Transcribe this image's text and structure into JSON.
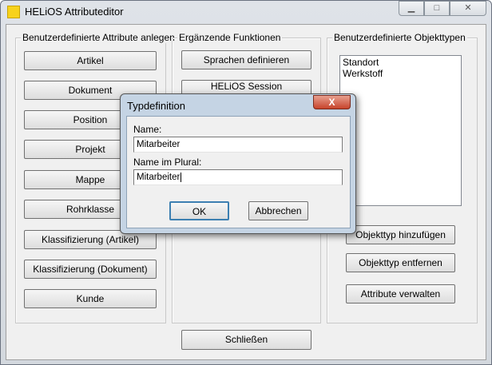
{
  "window": {
    "title": "HELiOS Attributeditor",
    "controls": [
      "minimize",
      "maximize",
      "close"
    ]
  },
  "group_attributes": {
    "label": "Benutzerdefinierte Attribute anlegen",
    "buttons": [
      "Artikel",
      "Dokument",
      "Position",
      "Projekt",
      "Mappe",
      "Rohrklasse",
      "Klassifizierung (Artikel)",
      "Klassifizierung (Dokument)",
      "Kunde"
    ]
  },
  "group_functions": {
    "label": "Ergänzende Funktionen",
    "buttons": [
      "Sprachen definieren",
      "HELiOS Session"
    ]
  },
  "group_types": {
    "label": "Benutzerdefinierte Objekttypen",
    "list": [
      "Standort",
      "Werkstoff"
    ],
    "buttons": [
      "Objekttyp hinzufügen",
      "Objekttyp entfernen",
      "Attribute verwalten"
    ]
  },
  "close_label": "Schließen",
  "dialog": {
    "title": "Typdefinition",
    "name_label": "Name:",
    "name_value": "Mitarbeiter",
    "plural_label": "Name im Plural:",
    "plural_value": "Mitarbeiter",
    "ok": "OK",
    "cancel": "Abbrechen",
    "close_glyph": "X"
  }
}
